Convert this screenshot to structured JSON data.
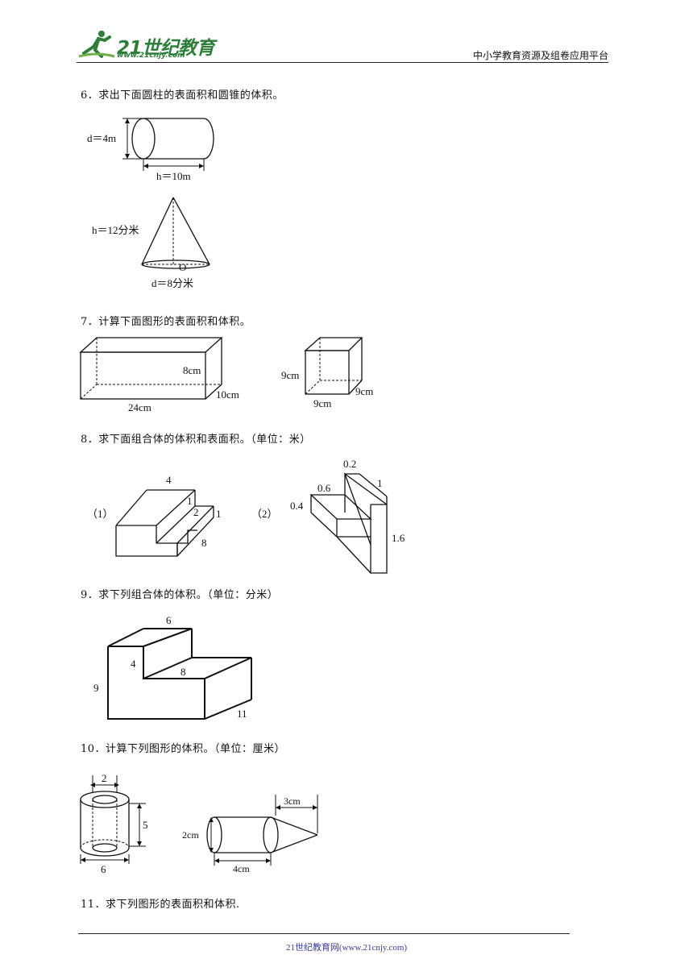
{
  "header": {
    "logo_text": "21世纪教育",
    "logo_url": "www.21cnjy.com",
    "platform": "中小学教育资源及组卷应用平台"
  },
  "questions": {
    "q6": {
      "text": "6．求出下面圆柱的表面积和圆锥的体积。",
      "cylinder": {
        "d": "d＝4m",
        "h": "h＝10m"
      },
      "cone": {
        "h": "h＝12分米",
        "o": "O",
        "d": "d＝8分米"
      }
    },
    "q7": {
      "text": "7．计算下面图形的表面积和体积。",
      "cuboid": {
        "height": "8cm",
        "length": "24cm",
        "width": "10cm"
      },
      "cube": {
        "left": "9cm",
        "bottom": "9cm",
        "right": "9cm"
      }
    },
    "q8": {
      "text": "8．求下面组合体的体积和表面积。（单位：米）",
      "fig1": {
        "tag": "（1）",
        "a": "4",
        "b": "1",
        "c": "2",
        "d": "1",
        "e": "8"
      },
      "fig2": {
        "tag": "（2）",
        "a": "0.2",
        "b": "0.6",
        "c": "1",
        "d": "0.4",
        "e": "1.6"
      }
    },
    "q9": {
      "text": "9．求下列组合体的体积。（单位：分米）",
      "dims": {
        "top": "6",
        "inner": "4",
        "mid": "8",
        "left": "9",
        "depth": "11"
      }
    },
    "q10": {
      "text": "10．计算下列图形的体积。（单位：厘米）",
      "tube": {
        "inner": "2",
        "height": "5",
        "outer": "6"
      },
      "rocket": {
        "cone": "3cm",
        "d": "2cm",
        "len": "4cm"
      }
    },
    "q11": {
      "text": "11．求下列图形的表面积和体积."
    }
  },
  "footer": {
    "text": "21世纪教育网(www.21cnjy.com)"
  }
}
